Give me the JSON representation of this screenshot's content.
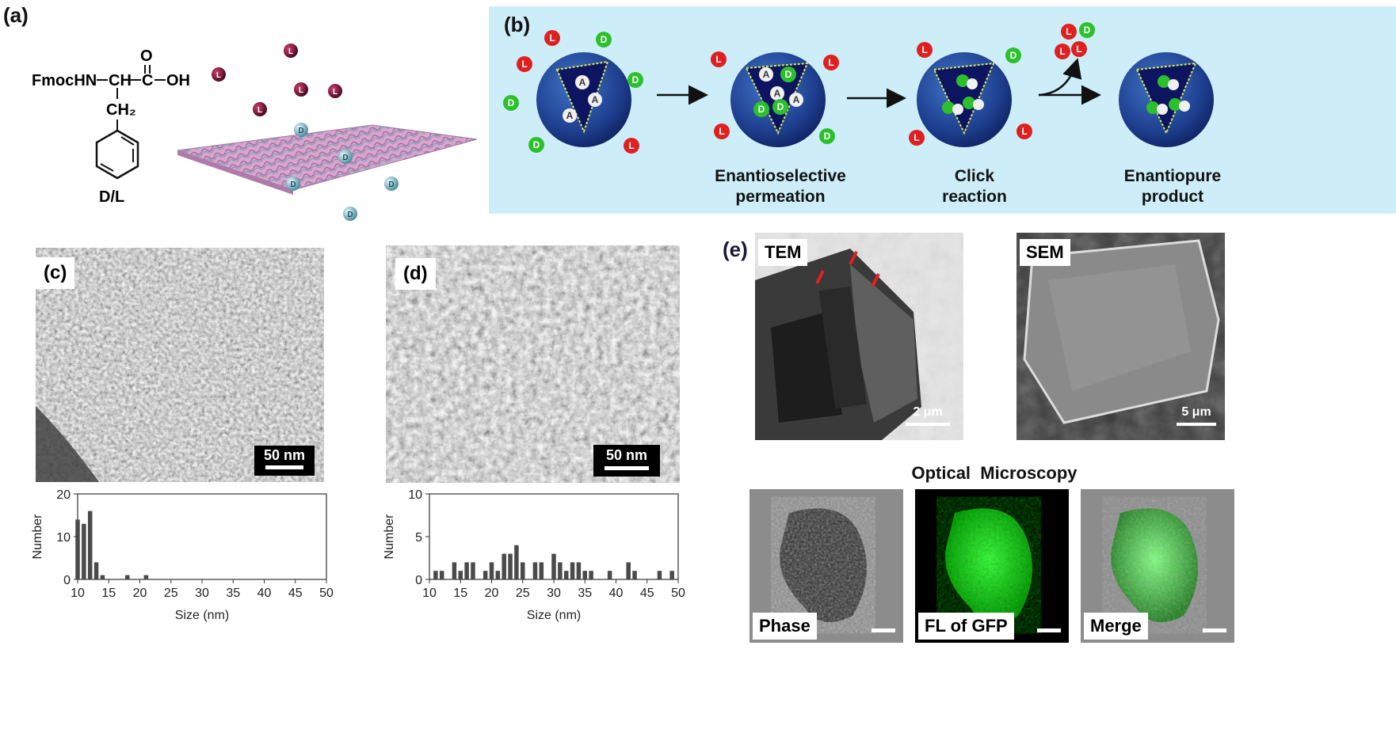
{
  "panels": {
    "a": {
      "letter": "(a)",
      "formula_left": "FmocHN",
      "formula_ch": "CH",
      "formula_c": "C",
      "formula_oh": "OH",
      "formula_o": "O",
      "formula_ch2": "CH₂",
      "label_dl": "D/L",
      "ball_L": "L",
      "ball_D": "D"
    },
    "b": {
      "letter": "(b)",
      "step1": "Enantioselective\npermeation",
      "step2": "Click\nreaction",
      "step3": "Enantiopure\nproduct",
      "ball_L": "L",
      "ball_D": "D",
      "ball_A": "A"
    },
    "c": {
      "letter": "(c)",
      "scale_label": "50 nm"
    },
    "d": {
      "letter": "(d)",
      "scale_label": "50 nm"
    },
    "e": {
      "letter": "(e)",
      "tem_label": "TEM",
      "tem_scale": "2 μm",
      "sem_label": "SEM",
      "sem_scale": "5 μm",
      "optical_title": "Optical  Microscopy",
      "phase_label": "Phase",
      "gfp_label": "FL of GFP",
      "merge_label": "Merge"
    }
  },
  "chart_data": [
    {
      "type": "bar",
      "panel": "c",
      "x": [
        10,
        11,
        12,
        13,
        14,
        18,
        21
      ],
      "values": [
        14,
        13,
        16,
        4,
        1,
        1,
        1
      ],
      "xlabel": "Size (nm)",
      "ylabel": "Number",
      "xlim": [
        10,
        50
      ],
      "ylim": [
        0,
        20
      ],
      "xticks": [
        10,
        15,
        20,
        25,
        30,
        35,
        40,
        45,
        50
      ],
      "yticks": [
        0,
        10,
        20
      ],
      "color": "#4a4a4a"
    },
    {
      "type": "bar",
      "panel": "d",
      "x": [
        11,
        12,
        14,
        15,
        16,
        17,
        19,
        20,
        21,
        22,
        23,
        24,
        25,
        27,
        28,
        30,
        31,
        32,
        33,
        34,
        35,
        36,
        39,
        42,
        43,
        47,
        49
      ],
      "values": [
        1,
        1,
        2,
        1,
        2,
        2,
        1,
        2,
        1,
        3,
        3,
        4,
        2,
        2,
        2,
        3,
        2,
        1,
        2,
        2,
        1,
        1,
        1,
        2,
        1,
        1,
        1
      ],
      "xlabel": "Size (nm)",
      "ylabel": "Number",
      "xlim": [
        10,
        50
      ],
      "ylim": [
        0,
        10
      ],
      "xticks": [
        10,
        15,
        20,
        25,
        30,
        35,
        40,
        45,
        50
      ],
      "yticks": [
        0,
        5,
        10
      ],
      "color": "#4a4a4a"
    }
  ]
}
